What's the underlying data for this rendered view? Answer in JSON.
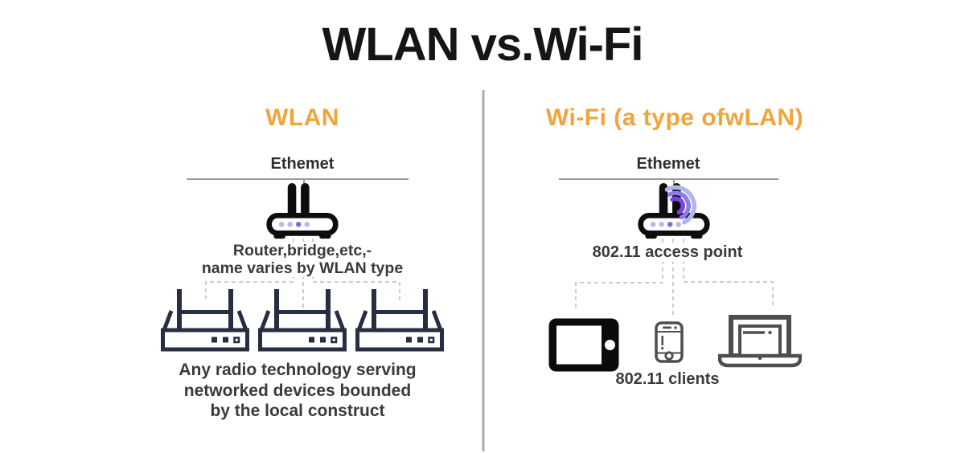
{
  "title": "WLAN vs.Wi-Fi",
  "left_panel": {
    "heading": "WLAN",
    "ethernet_label": "Ethemet",
    "router_caption": {
      "line1": "Router,bridge,etc,-",
      "line2": "name varies by WLAN type"
    },
    "bottom_caption": {
      "line1": "Any radio technology serving",
      "line2": "networked devices bounded",
      "line3": "by the local construct"
    }
  },
  "right_panel": {
    "heading": "Wi-Fi (a type ofwLAN)",
    "ethernet_label": "Ethemet",
    "access_point_caption": "802.11 access point",
    "clients_caption": "802.11 clients"
  },
  "colors": {
    "heading_accent": "#F2A43B",
    "title_text": "#151515",
    "body_text": "#3A3A3A",
    "solid_line_gray": "#9B9B9B",
    "dashed_line_gray": "#CCCCCC",
    "divider_gray": "#ABABAB",
    "router_icon_black": "#0D0D0D",
    "access_point_navy": "#272E41",
    "device_gray": "#4E4E4E",
    "wifi_wave_inner": "#7845E2",
    "wifi_wave_middle": "#8F7BE8",
    "wifi_wave_outer": "#AEB6F1",
    "router_dot_light": "#B3BBEC",
    "router_dot_purple": "#7F6ADA"
  },
  "icons": {
    "router": "wireless router with two antennas",
    "wifi_waves": "wifi signal arcs",
    "access_point": "access point box with two antennas",
    "tablet": "tablet device",
    "smartphone": "smartphone device",
    "laptop": "laptop device"
  }
}
